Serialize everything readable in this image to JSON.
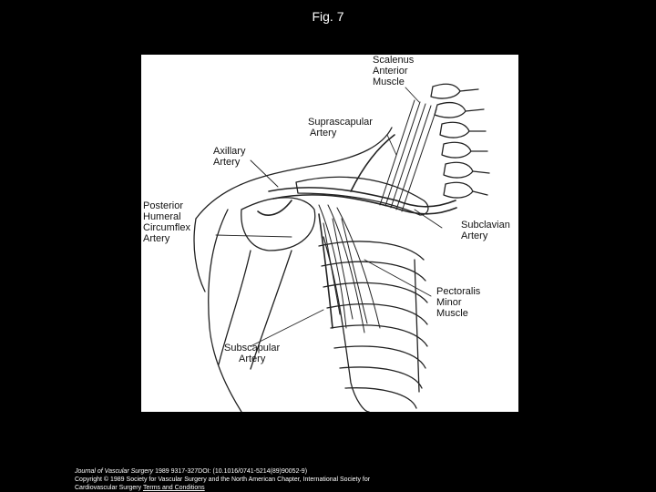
{
  "title": "Fig. 7",
  "figure": {
    "labels": {
      "scalenus": [
        "Scalenus",
        "Anterior",
        "Muscle"
      ],
      "suprascapular": [
        "Suprascapular",
        "Artery"
      ],
      "axillary": [
        "Axillary",
        "Artery"
      ],
      "posterior_humeral": [
        "Posterior",
        "Humeral",
        "Circumflex",
        "Artery"
      ],
      "subclavian": [
        "Subclavian",
        "Artery"
      ],
      "pectoralis": [
        "Pectoralis",
        "Minor",
        "Muscle"
      ],
      "subscapular": [
        "Subscapular",
        "Artery"
      ]
    }
  },
  "caption": {
    "journal": "Journal of Vascular Surgery",
    "citation": " 1989 9317-327DOI: (10.1016/0741-5214(89)90052-9)",
    "copyright": "Copyright © 1989 Society for Vascular Surgery and the North American Chapter, International Society for",
    "line3_prefix": "Cardiovascular Surgery ",
    "terms_link": "Terms and Conditions"
  }
}
